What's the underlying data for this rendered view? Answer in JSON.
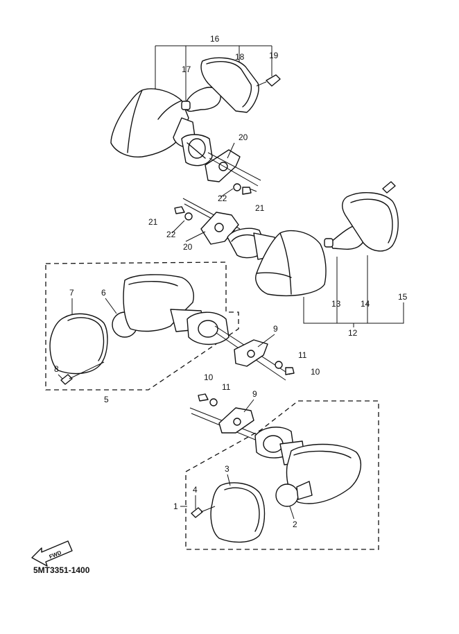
{
  "diagram": {
    "code": "5MT3351-1400",
    "fwd_label": "FWD",
    "labels": [
      {
        "id": "l16",
        "text": "16"
      },
      {
        "id": "l17",
        "text": "17"
      },
      {
        "id": "l18",
        "text": "18"
      },
      {
        "id": "l19",
        "text": "19"
      },
      {
        "id": "l20a",
        "text": "20"
      },
      {
        "id": "l22a",
        "text": "22"
      },
      {
        "id": "l21a",
        "text": "21"
      },
      {
        "id": "l21b",
        "text": "21"
      },
      {
        "id": "l22b",
        "text": "22"
      },
      {
        "id": "l20b",
        "text": "20"
      },
      {
        "id": "l7",
        "text": "7"
      },
      {
        "id": "l6",
        "text": "6"
      },
      {
        "id": "l13",
        "text": "13"
      },
      {
        "id": "l14",
        "text": "14"
      },
      {
        "id": "l15",
        "text": "15"
      },
      {
        "id": "l12",
        "text": "12"
      },
      {
        "id": "l9a",
        "text": "9"
      },
      {
        "id": "l11a",
        "text": "11"
      },
      {
        "id": "l10a",
        "text": "10"
      },
      {
        "id": "l8",
        "text": "8"
      },
      {
        "id": "l5",
        "text": "5"
      },
      {
        "id": "l10b",
        "text": "10"
      },
      {
        "id": "l11b",
        "text": "11"
      },
      {
        "id": "l9b",
        "text": "9"
      },
      {
        "id": "l3",
        "text": "3"
      },
      {
        "id": "l4",
        "text": "4"
      },
      {
        "id": "l1",
        "text": "1"
      },
      {
        "id": "l2",
        "text": "2"
      }
    ]
  }
}
